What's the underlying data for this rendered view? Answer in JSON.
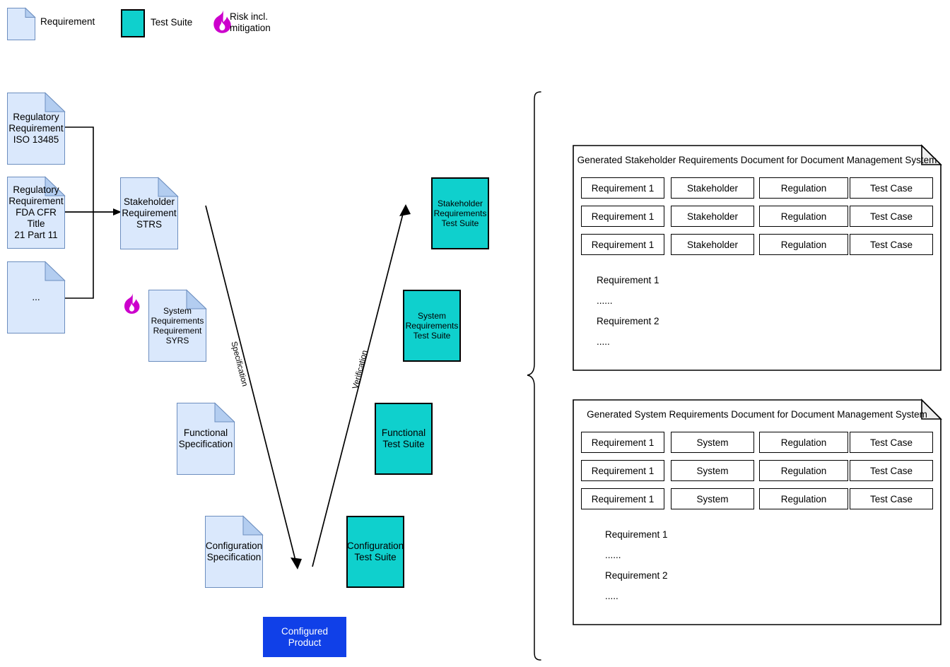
{
  "legend": {
    "items": [
      {
        "icon": "requirement-doc-icon",
        "label": "Requirement",
        "color": "#dae8fc"
      },
      {
        "icon": "test-suite-box-icon",
        "label": "Test Suite",
        "color": "#0fd0cd"
      },
      {
        "icon": "risk-flame-icon",
        "label": "Risk incl.\nmitigation",
        "color": "#cc00cc"
      }
    ]
  },
  "colors": {
    "requirement_fill": "#dae8fc",
    "requirement_stroke": "#6c8ebf",
    "test_suite_fill": "#0fd0cd",
    "configured_product_fill": "#1040e8",
    "risk_flame": "#cc00cc",
    "line": "#000000"
  },
  "vmodel": {
    "inputs": [
      {
        "id": "reg-iso",
        "lines": [
          "Regulatory",
          "Requirement",
          "ISO 13485"
        ]
      },
      {
        "id": "reg-fda",
        "lines": [
          "Regulatory",
          "Requirement",
          "FDA CFR Title",
          "21 Part 11"
        ]
      },
      {
        "id": "reg-more",
        "lines": [
          "..."
        ]
      }
    ],
    "left_branch": [
      {
        "id": "strs",
        "lines": [
          "Stakeholder",
          "Requirement",
          "STRS"
        ]
      },
      {
        "id": "syrs",
        "lines": [
          "System",
          "Requirements",
          "Requirement",
          "SYRS"
        ],
        "risk": true
      },
      {
        "id": "func-spec",
        "lines": [
          "Functional",
          "Specification"
        ]
      },
      {
        "id": "config-spec",
        "lines": [
          "Configuration",
          "Specification"
        ]
      }
    ],
    "right_branch": [
      {
        "id": "strs-ts",
        "lines": [
          "Stakeholder",
          "Requirements",
          "Test Suite"
        ]
      },
      {
        "id": "syrs-ts",
        "lines": [
          "System",
          "Requirements",
          "Test Suite"
        ]
      },
      {
        "id": "func-ts",
        "lines": [
          "Functional",
          "Test Suite"
        ]
      },
      {
        "id": "config-ts",
        "lines": [
          "Configuration",
          "Test Suite"
        ]
      }
    ],
    "bottom": {
      "id": "configured-product",
      "label": "Configured Product"
    },
    "arrow_labels": {
      "left": "Specification",
      "right": "Verification"
    }
  },
  "documents": [
    {
      "id": "stakeholder-requirements-document",
      "title": "Generated Stakeholder Requirements Document for Document Management System",
      "columns": [
        "Requirement 1",
        "Stakeholder",
        "Regulation",
        "Test Case"
      ],
      "rows": [
        [
          "Requirement 1",
          "Stakeholder",
          "Regulation",
          "Test Case"
        ],
        [
          "Requirement 1",
          "Stakeholder",
          "Regulation",
          "Test Case"
        ],
        [
          "Requirement 1",
          "Stakeholder",
          "Regulation",
          "Test Case"
        ]
      ],
      "body": [
        "Requirement 1",
        "......",
        "Requirement 2",
        "....."
      ]
    },
    {
      "id": "system-requirements-document",
      "title": "Generated System Requirements Document for Document Management System",
      "columns": [
        "Requirement 1",
        "System",
        "Regulation",
        "Test Case"
      ],
      "rows": [
        [
          "Requirement 1",
          "System",
          "Regulation",
          "Test Case"
        ],
        [
          "Requirement 1",
          "System",
          "Regulation",
          "Test Case"
        ],
        [
          "Requirement 1",
          "System",
          "Regulation",
          "Test Case"
        ]
      ],
      "body": [
        "Requirement 1",
        "......",
        "Requirement 2",
        "....."
      ]
    }
  ]
}
